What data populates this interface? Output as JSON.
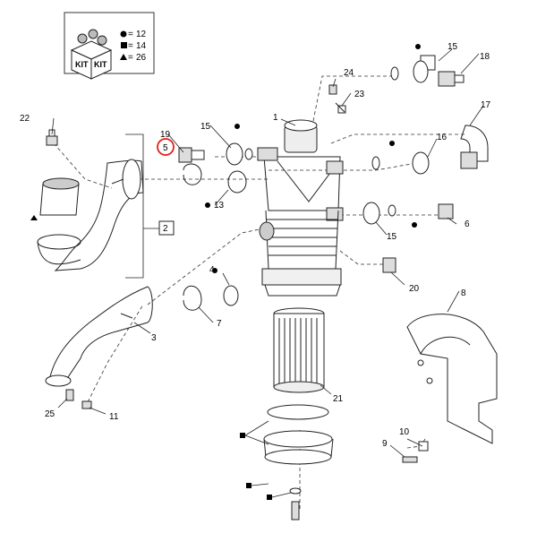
{
  "kit": {
    "label_1": "KIT",
    "label_2": "KIT",
    "legend": [
      {
        "symbol": "circle",
        "value": "12"
      },
      {
        "symbol": "square",
        "value": "14"
      },
      {
        "symbol": "triangle",
        "value": "26"
      }
    ]
  },
  "callouts": {
    "c1": "1",
    "c2": "2",
    "c3": "3",
    "c4": "4",
    "c5": "5",
    "c6": "6",
    "c7": "7",
    "c8": "8",
    "c9": "9",
    "c10": "10",
    "c11": "11",
    "c13": "13",
    "c15a": "15",
    "c15b": "15",
    "c15c": "15",
    "c16": "16",
    "c17": "17",
    "c18": "18",
    "c19": "19",
    "c20": "20",
    "c21": "21",
    "c22": "22",
    "c23": "23",
    "c24": "24",
    "c25": "25"
  },
  "highlight": {
    "callout": "5",
    "color": "#e0201c"
  },
  "colors": {
    "line": "#222222",
    "shade": "#dddddd"
  }
}
